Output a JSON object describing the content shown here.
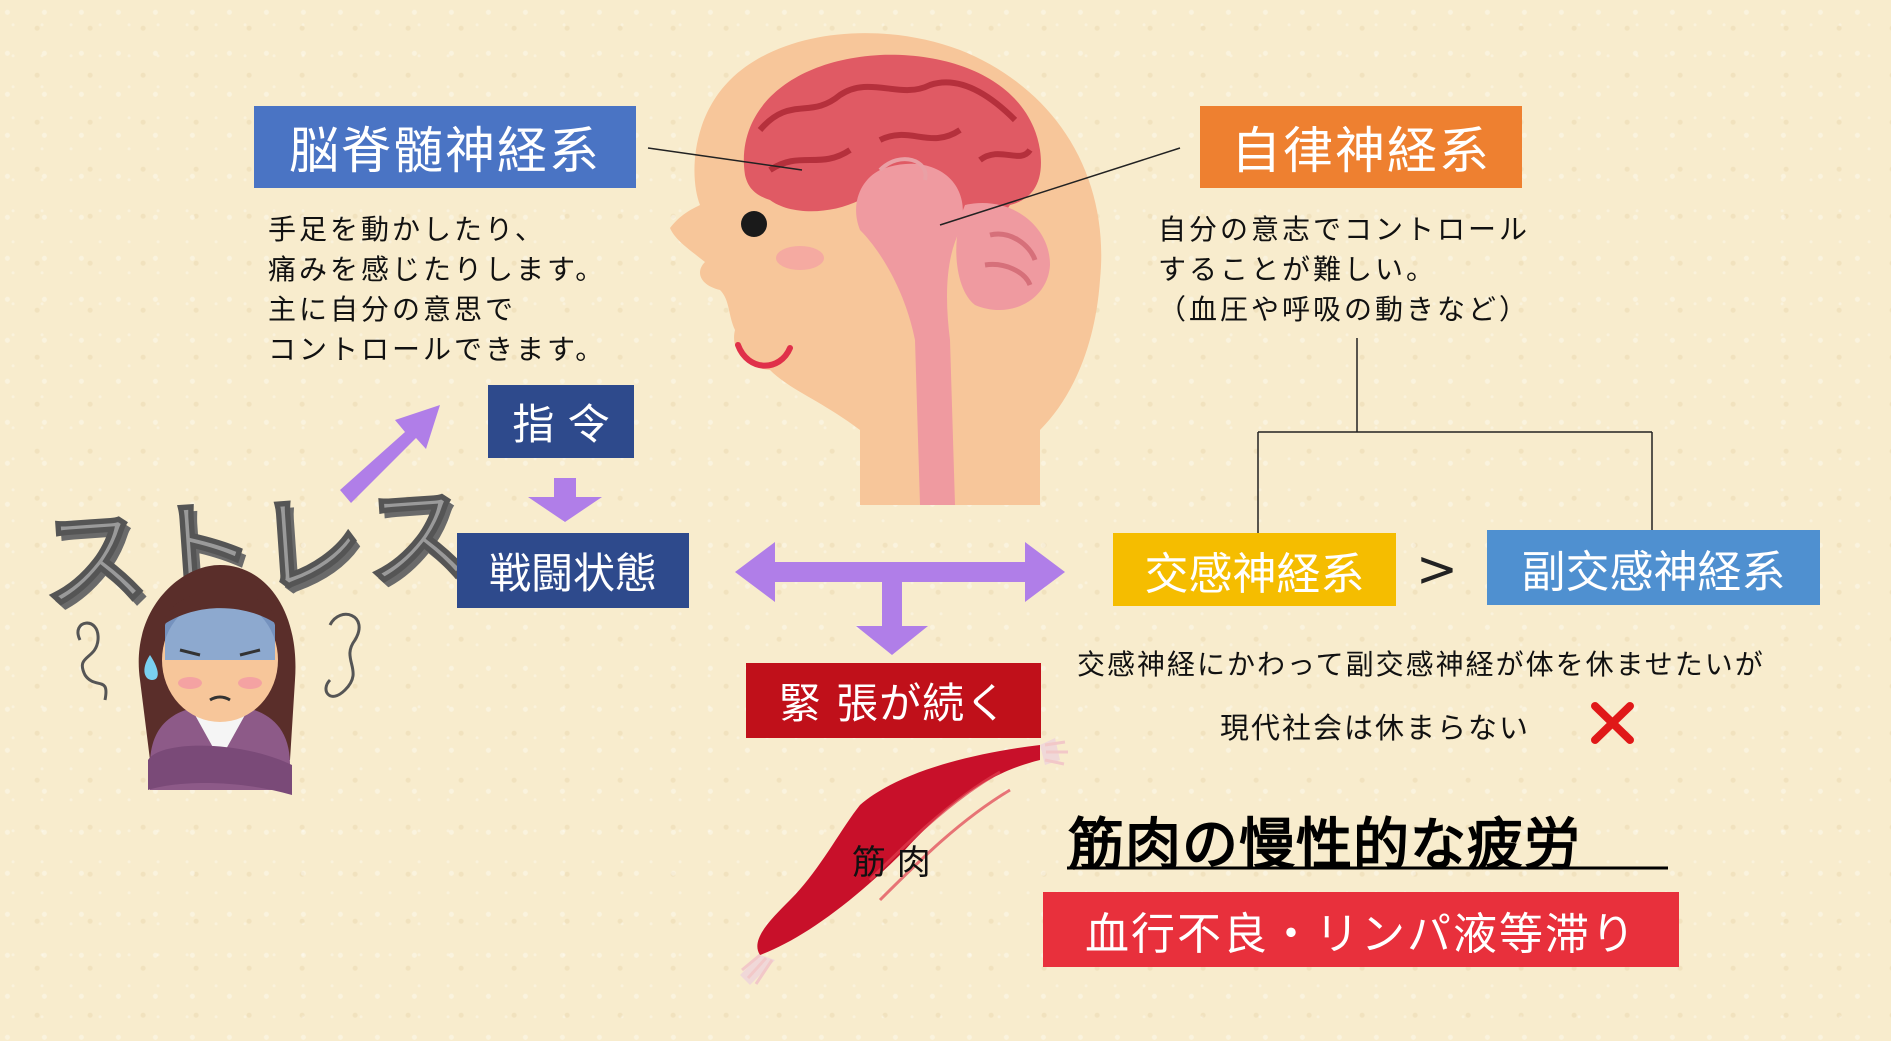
{
  "somatic": {
    "title": "脳脊髄神経系",
    "desc": [
      "手足を動かしたり、",
      "痛みを感じたりします。",
      "主に自分の意思で",
      "コントロールできます。"
    ]
  },
  "autonomic": {
    "title": "自律神経系",
    "desc": [
      "自分の意志でコントロール",
      "することが難しい。",
      "（血圧や呼吸の動きなど）"
    ]
  },
  "command": "指 令",
  "battle": "戦闘状態",
  "tension": "緊 張が続く",
  "sympathetic": "交感神経系",
  "gt": ">",
  "parasympathetic": "副交感神経系",
  "note1": "交感神経にかわって副交感神経が体を休ませたいが",
  "note2": "現代社会は休まらない",
  "muscle_label": "筋 肉",
  "fatigue_title": "筋肉の慢性的な疲労",
  "fatigue_sub": "血行不良・リンパ液等滞り",
  "stress_word": "ストレス",
  "colors": {
    "blue": "#4a74c4",
    "navy": "#2e4a8c",
    "orange": "#ee8030",
    "yellow": "#f5bd00",
    "lightblue": "#4f90d0",
    "red": "#c0101a",
    "pinkred": "#e8303c",
    "arrow": "#b07ee8"
  }
}
